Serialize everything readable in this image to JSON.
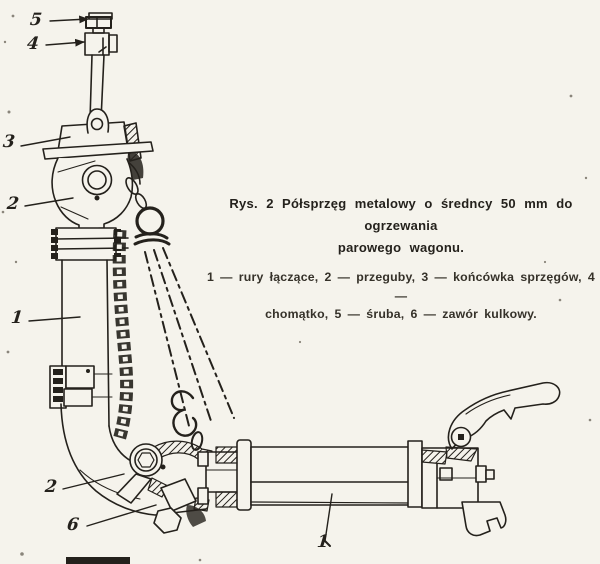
{
  "figure": {
    "type": "scanned technical drawing",
    "subject": "metal half-coupling for steam heating of a wagon"
  },
  "caption": {
    "title_line1": "Rys. 2 Półsprzęg metalowy o średncy 50 mm do ogrzewania",
    "title_line2": "parowego wagonu.",
    "legend_line1": "1 — rury łączące, 2 — przeguby, 3 — końcówka sprzęgów, 4 —",
    "legend_line2": "chomątko, 5 — śruba, 6 — zawór kulkowy."
  },
  "labels": [
    {
      "id": "label-5",
      "text": "5",
      "part": "śruba"
    },
    {
      "id": "label-4",
      "text": "4",
      "part": "chomątko"
    },
    {
      "id": "label-3",
      "text": "3",
      "part": "końcówka sprzęgów"
    },
    {
      "id": "label-2-upper",
      "text": "2",
      "part": "przeguby"
    },
    {
      "id": "label-1-upper",
      "text": "1",
      "part": "rury łączące"
    },
    {
      "id": "label-2-lower",
      "text": "2",
      "part": "przeguby"
    },
    {
      "id": "label-6",
      "text": "6",
      "part": "zawór kulkowy"
    },
    {
      "id": "label-1-lower",
      "text": "1",
      "part": "rury łączące"
    }
  ],
  "colors": {
    "ink": "#24211c",
    "paper": "#f5f3ec",
    "speck": "#8a857b"
  }
}
